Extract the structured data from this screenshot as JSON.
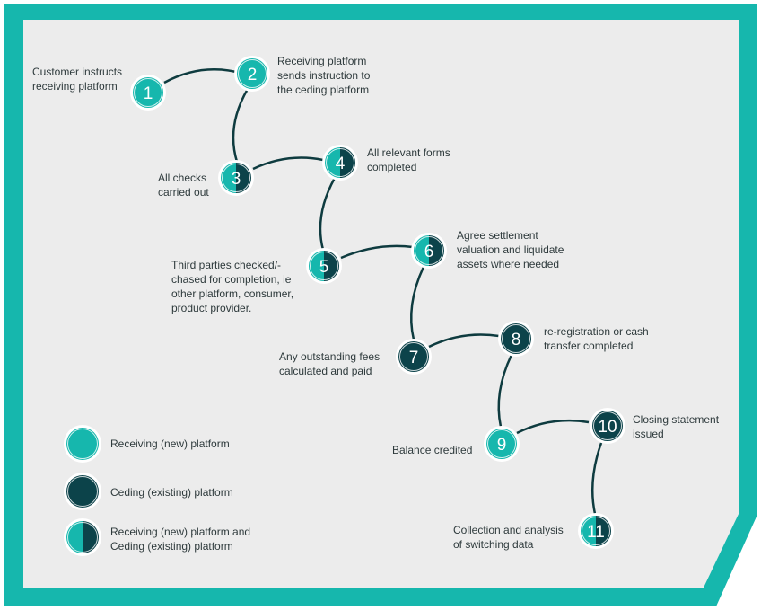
{
  "colors": {
    "teal": "#16b7ad",
    "dark": "#0c434a",
    "frame": "#16b7ad",
    "panel": "#ececec",
    "connector": "#0e3b3f"
  },
  "steps": [
    {
      "number": "1",
      "type": "receiving",
      "label": "Customer instructs\nreceiving platform"
    },
    {
      "number": "2",
      "type": "receiving",
      "label": "Receiving platform\nsends instruction to\nthe ceding platform"
    },
    {
      "number": "3",
      "type": "both",
      "label": "All checks\ncarried out"
    },
    {
      "number": "4",
      "type": "both",
      "label": "All relevant forms\ncompleted"
    },
    {
      "number": "5",
      "type": "both",
      "label": "Third parties checked/-\nchased for completion, ie\nother platform, consumer,\nproduct provider."
    },
    {
      "number": "6",
      "type": "both",
      "label": "Agree settlement\nvaluation and liquidate\nassets where needed"
    },
    {
      "number": "7",
      "type": "ceding",
      "label": "Any outstanding fees\ncalculated and paid"
    },
    {
      "number": "8",
      "type": "ceding",
      "label": "re-registration or cash\ntransfer completed"
    },
    {
      "number": "9",
      "type": "receiving",
      "label": "Balance credited"
    },
    {
      "number": "10",
      "type": "ceding",
      "label": "Closing statement\nissued"
    },
    {
      "number": "11",
      "type": "both",
      "label": "Collection and analysis\nof switching data"
    }
  ],
  "legend": [
    {
      "type": "receiving",
      "label": "Receiving (new) platform"
    },
    {
      "type": "ceding",
      "label": "Ceding (existing) platform"
    },
    {
      "type": "both",
      "label": "Receiving (new) platform and\nCeding (existing) platform"
    }
  ]
}
